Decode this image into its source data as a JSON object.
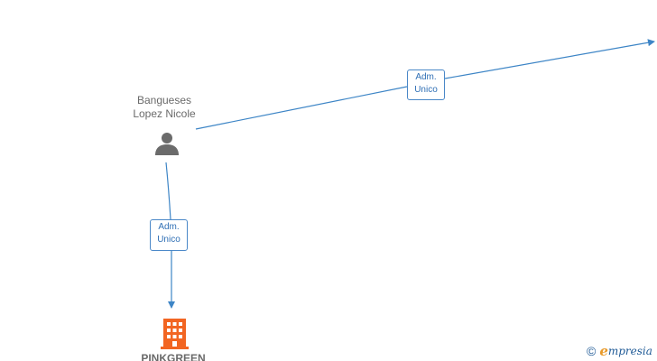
{
  "person": {
    "name_line1": "Bangueses",
    "name_line2": "Lopez Nicole"
  },
  "edges": [
    {
      "line1": "Adm.",
      "line2": "Unico"
    },
    {
      "line1": "Adm.",
      "line2": "Unico"
    }
  ],
  "company": {
    "name": "PINKGREEN"
  },
  "footer": {
    "copyright_symbol": "©",
    "brand_initial": "e",
    "brand_rest": "mpresia"
  },
  "colors": {
    "edge": "#3d85c6",
    "person_icon": "#6b6b6b",
    "company_icon": "#f26522"
  },
  "icons": {
    "person": "person-icon",
    "company": "building-icon"
  }
}
